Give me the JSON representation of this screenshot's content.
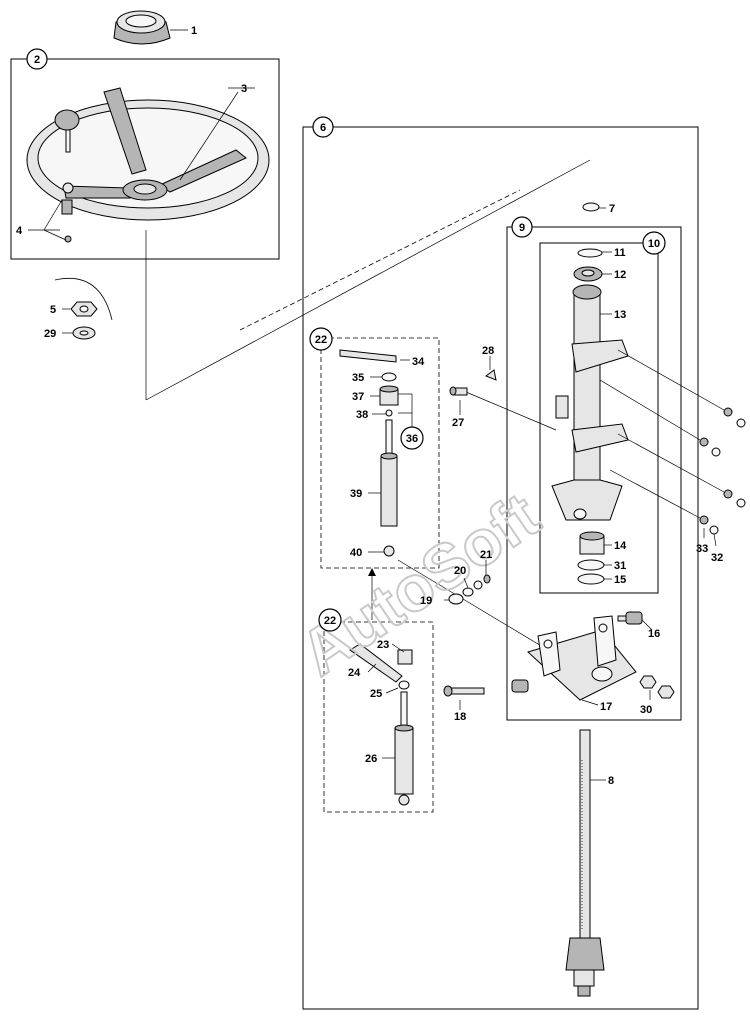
{
  "watermark": "AutoSoft",
  "groups": {
    "g2": "2",
    "g6": "6",
    "g9": "9",
    "g10": "10",
    "g22a": "22",
    "g22b": "22",
    "g36": "36"
  },
  "labels": {
    "l1": "1",
    "l3": "3",
    "l4": "4",
    "l5": "5",
    "l7": "7",
    "l8": "8",
    "l11": "11",
    "l12": "12",
    "l13": "13",
    "l14": "14",
    "l15": "15",
    "l16": "16",
    "l17": "17",
    "l18": "18",
    "l19": "19",
    "l20": "20",
    "l21": "21",
    "l23": "23",
    "l24": "24",
    "l25": "25",
    "l26": "26",
    "l27": "27",
    "l28": "28",
    "l29": "29",
    "l30": "30",
    "l31": "31",
    "l32": "32",
    "l33": "33",
    "l34": "34",
    "l35": "35",
    "l37": "37",
    "l38": "38",
    "l39": "39",
    "l40": "40"
  }
}
